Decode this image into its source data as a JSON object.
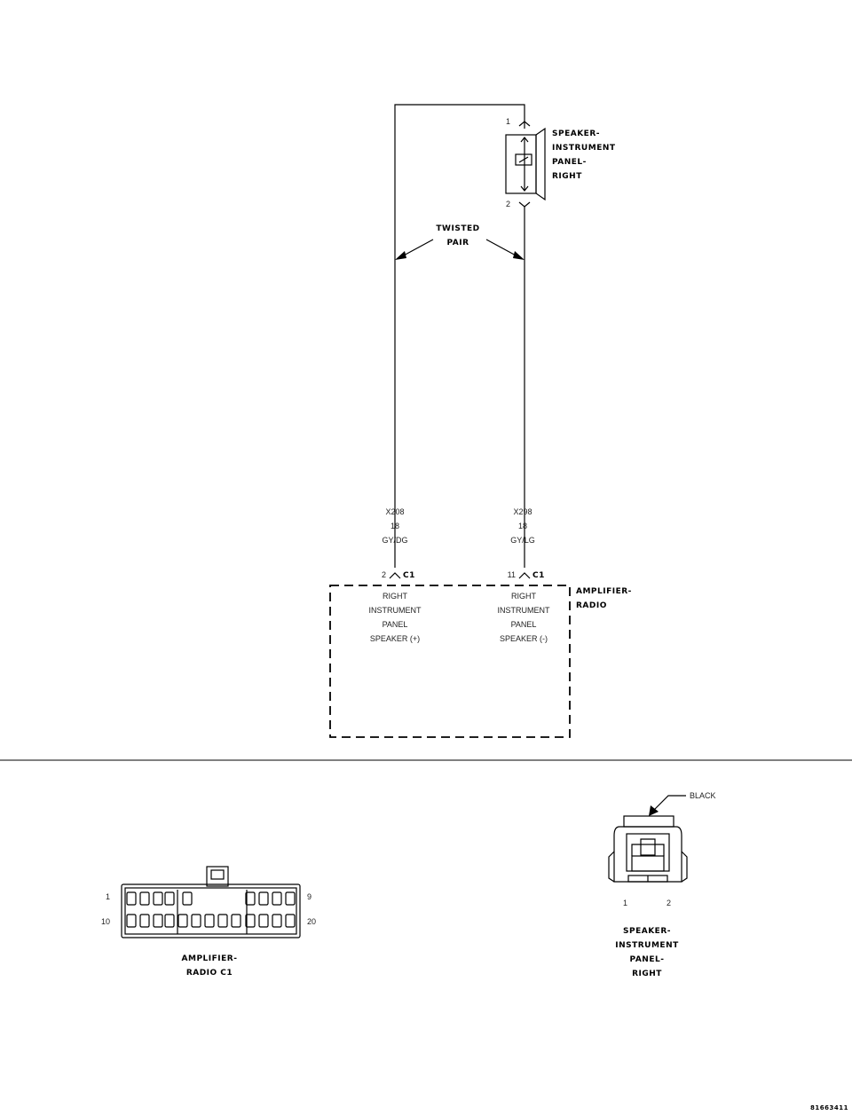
{
  "speaker_top": {
    "pin1": "1",
    "pin2": "2",
    "label": [
      "SPEAKER-",
      "INSTRUMENT",
      "PANEL-",
      "RIGHT"
    ]
  },
  "twisted_pair": [
    "TWISTED",
    "PAIR"
  ],
  "wire_left": {
    "circuit": "X208",
    "gauge": "18",
    "color": "GY/DG"
  },
  "wire_right": {
    "circuit": "X298",
    "gauge": "18",
    "color": "GY/LG"
  },
  "amp": {
    "pin_left": "2",
    "pin_right": "11",
    "conn_left": "C1",
    "conn_right": "C1",
    "label": [
      "AMPLIFIER-",
      "RADIO"
    ],
    "func_left": [
      "RIGHT",
      "INSTRUMENT",
      "PANEL",
      "SPEAKER (+)"
    ],
    "func_right": [
      "RIGHT",
      "INSTRUMENT",
      "PANEL",
      "SPEAKER (-)"
    ]
  },
  "connector_c1": {
    "pin_tl": "1",
    "pin_tr": "9",
    "pin_bl": "10",
    "pin_br": "20",
    "label": [
      "AMPLIFIER-",
      "RADIO C1"
    ]
  },
  "connector_speaker": {
    "color_label": "BLACK",
    "pin1": "1",
    "pin2": "2",
    "label": [
      "SPEAKER-",
      "INSTRUMENT",
      "PANEL-",
      "RIGHT"
    ]
  },
  "figure_id": "81663411"
}
